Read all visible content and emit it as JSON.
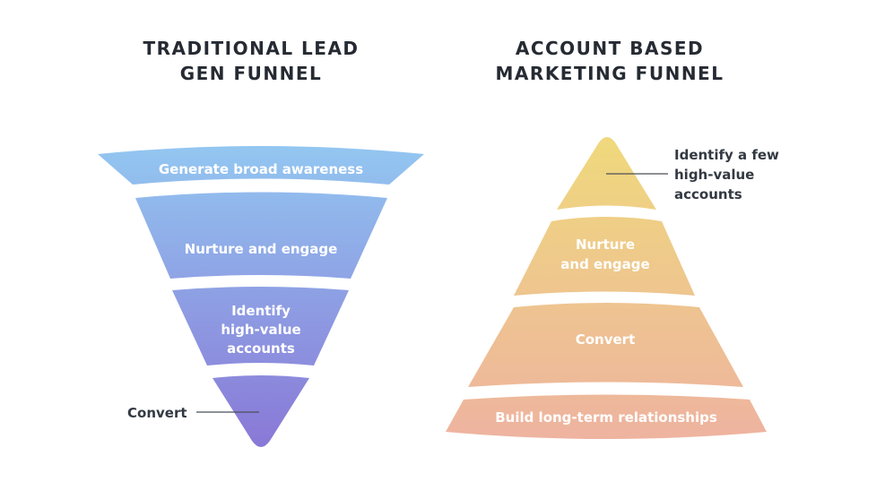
{
  "left_funnel": {
    "title_lines": [
      "TRADITIONAL LEAD",
      "GEN FUNNEL"
    ],
    "stages": [
      {
        "lines": [
          "Generate broad awareness"
        ]
      },
      {
        "lines": [
          "Nurture and engage"
        ]
      },
      {
        "lines": [
          "Identify",
          "high-value",
          "accounts"
        ]
      },
      {
        "lines": []
      }
    ],
    "callout": "Convert",
    "colors": {
      "top": "#93c6f1",
      "bottom": "#8977d6"
    }
  },
  "right_funnel": {
    "title_lines": [
      "ACCOUNT BASED",
      "MARKETING FUNNEL"
    ],
    "stages": [
      {
        "lines": []
      },
      {
        "lines": [
          "Nurture",
          "and engage"
        ]
      },
      {
        "lines": [
          "Convert"
        ]
      },
      {
        "lines": [
          "Build long-term relationships"
        ]
      }
    ],
    "callout_lines": [
      "Identify a few",
      "high-value",
      "accounts"
    ],
    "colors": {
      "top": "#efd97c",
      "bottom": "#eeb3a0"
    }
  }
}
